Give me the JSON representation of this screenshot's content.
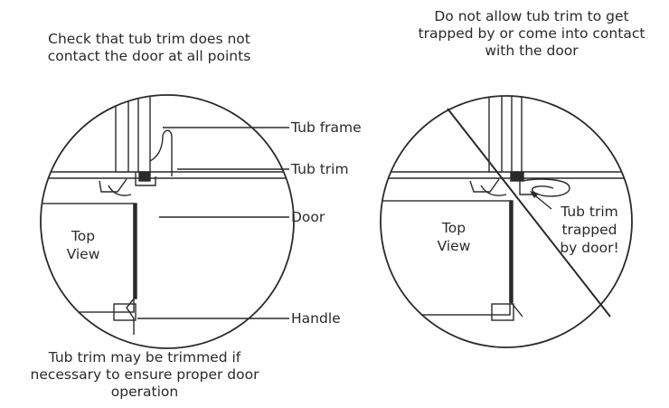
{
  "left_panel": {
    "caption_top": [
      "Check that tub trim does not",
      "contact the door at all points"
    ],
    "caption_bottom": [
      "Tub trim may be trimmed if",
      "necessary to ensure proper door",
      "operation"
    ],
    "view_label": [
      "Top",
      "View"
    ],
    "callouts": {
      "tub_frame": "Tub frame",
      "tub_trim": "Tub trim",
      "door": "Door",
      "handle": "Handle"
    }
  },
  "right_panel": {
    "caption_top": [
      "Do not allow tub trim to get",
      "trapped by or come into contact",
      "with the door"
    ],
    "view_label": [
      "Top",
      "View"
    ],
    "callout": [
      "Tub trim",
      "trapped",
      "by door!"
    ]
  }
}
